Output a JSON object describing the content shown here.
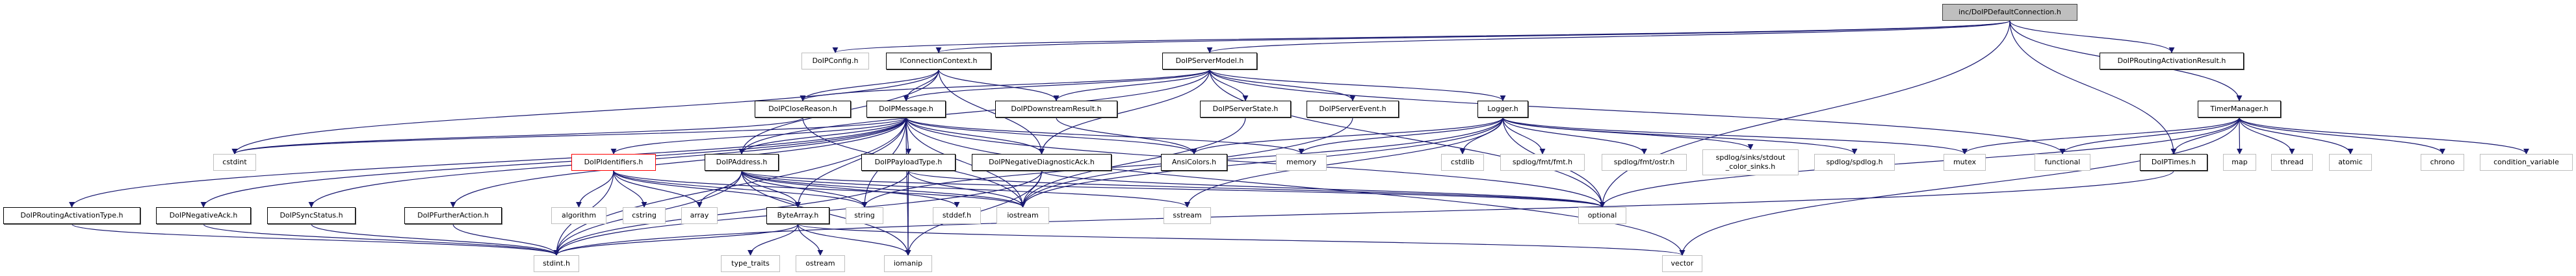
{
  "graph": {
    "edge_color": "#191970",
    "nodes": [
      {
        "id": "root",
        "label": "inc/DoIPDefaultConnection.h",
        "kind": "root"
      },
      {
        "id": "config",
        "label": "DoIPConfig.h",
        "kind": "ext"
      },
      {
        "id": "iconn",
        "label": "IConnectionContext.h",
        "kind": "doc"
      },
      {
        "id": "servermodel",
        "label": "DoIPServerModel.h",
        "kind": "doc"
      },
      {
        "id": "routactres",
        "label": "DoIPRoutingActivationResult.h",
        "kind": "doc"
      },
      {
        "id": "closereason",
        "label": "DoIPCloseReason.h",
        "kind": "doc"
      },
      {
        "id": "message",
        "label": "DoIPMessage.h",
        "kind": "doc"
      },
      {
        "id": "downstream",
        "label": "DoIPDownstreamResult.h",
        "kind": "doc"
      },
      {
        "id": "serverstate",
        "label": "DoIPServerState.h",
        "kind": "doc"
      },
      {
        "id": "serverevent",
        "label": "DoIPServerEvent.h",
        "kind": "doc"
      },
      {
        "id": "logger",
        "label": "Logger.h",
        "kind": "doc"
      },
      {
        "id": "timermgr",
        "label": "TimerManager.h",
        "kind": "doc"
      },
      {
        "id": "cstdint",
        "label": "cstdint",
        "kind": "ext"
      },
      {
        "id": "identifiers",
        "label": "DoIPIdentifiers.h",
        "kind": "red"
      },
      {
        "id": "address",
        "label": "DoIPAddress.h",
        "kind": "doc"
      },
      {
        "id": "payloadtype",
        "label": "DoIPPayloadType.h",
        "kind": "doc"
      },
      {
        "id": "negdiagack",
        "label": "DoIPNegativeDiagnosticAck.h",
        "kind": "doc"
      },
      {
        "id": "ansicolors",
        "label": "AnsiColors.h",
        "kind": "doc"
      },
      {
        "id": "memory",
        "label": "memory",
        "kind": "ext"
      },
      {
        "id": "cstdlib",
        "label": "cstdlib",
        "kind": "ext"
      },
      {
        "id": "fmt",
        "label": "spdlog/fmt/fmt.h",
        "kind": "ext"
      },
      {
        "id": "ostr",
        "label": "spdlog/fmt/ostr.h",
        "kind": "ext"
      },
      {
        "id": "sinks",
        "label": "spdlog/sinks/stdout\n_color_sinks.h",
        "kind": "ext"
      },
      {
        "id": "spdlog",
        "label": "spdlog/spdlog.h",
        "kind": "ext"
      },
      {
        "id": "mutex",
        "label": "mutex",
        "kind": "ext"
      },
      {
        "id": "functional",
        "label": "functional",
        "kind": "ext"
      },
      {
        "id": "times",
        "label": "DoIPTimes.h",
        "kind": "doc"
      },
      {
        "id": "map",
        "label": "map",
        "kind": "ext"
      },
      {
        "id": "thread",
        "label": "thread",
        "kind": "ext"
      },
      {
        "id": "atomic",
        "label": "atomic",
        "kind": "ext"
      },
      {
        "id": "chrono",
        "label": "chrono",
        "kind": "ext"
      },
      {
        "id": "condvar",
        "label": "condition_variable",
        "kind": "ext"
      },
      {
        "id": "routacttype",
        "label": "DoIPRoutingActivationType.h",
        "kind": "doc"
      },
      {
        "id": "negack",
        "label": "DoIPNegativeAck.h",
        "kind": "doc"
      },
      {
        "id": "syncstatus",
        "label": "DoIPSyncStatus.h",
        "kind": "doc"
      },
      {
        "id": "furtheraction",
        "label": "DoIPFurtherAction.h",
        "kind": "doc"
      },
      {
        "id": "algorithm",
        "label": "algorithm",
        "kind": "ext"
      },
      {
        "id": "cstring",
        "label": "cstring",
        "kind": "ext"
      },
      {
        "id": "array",
        "label": "array",
        "kind": "ext"
      },
      {
        "id": "bytearray",
        "label": "ByteArray.h",
        "kind": "doc"
      },
      {
        "id": "string",
        "label": "string",
        "kind": "ext"
      },
      {
        "id": "stddef",
        "label": "stddef.h",
        "kind": "ext"
      },
      {
        "id": "iostream",
        "label": "iostream",
        "kind": "ext"
      },
      {
        "id": "sstream",
        "label": "sstream",
        "kind": "ext"
      },
      {
        "id": "optional",
        "label": "optional",
        "kind": "ext"
      },
      {
        "id": "stdint",
        "label": "stdint.h",
        "kind": "ext"
      },
      {
        "id": "typetraits",
        "label": "type_traits",
        "kind": "ext"
      },
      {
        "id": "ostream",
        "label": "ostream",
        "kind": "ext"
      },
      {
        "id": "iomanip",
        "label": "iomanip",
        "kind": "ext"
      },
      {
        "id": "vector",
        "label": "vector",
        "kind": "ext"
      }
    ],
    "edges": [
      [
        "root",
        "config"
      ],
      [
        "root",
        "iconn"
      ],
      [
        "root",
        "servermodel"
      ],
      [
        "root",
        "routactres"
      ],
      [
        "root",
        "timermgr"
      ],
      [
        "root",
        "times"
      ],
      [
        "root",
        "optional"
      ],
      [
        "iconn",
        "cstdint"
      ],
      [
        "iconn",
        "closereason"
      ],
      [
        "iconn",
        "message"
      ],
      [
        "iconn",
        "downstream"
      ],
      [
        "iconn",
        "negdiagack"
      ],
      [
        "iconn",
        "address"
      ],
      [
        "servermodel",
        "closereason"
      ],
      [
        "servermodel",
        "message"
      ],
      [
        "servermodel",
        "downstream"
      ],
      [
        "servermodel",
        "serverstate"
      ],
      [
        "servermodel",
        "serverevent"
      ],
      [
        "servermodel",
        "logger"
      ],
      [
        "servermodel",
        "address"
      ],
      [
        "servermodel",
        "negdiagack"
      ],
      [
        "servermodel",
        "functional"
      ],
      [
        "servermodel",
        "optional"
      ],
      [
        "closereason",
        "cstdint"
      ],
      [
        "closereason",
        "iostream"
      ],
      [
        "message",
        "cstdint"
      ],
      [
        "message",
        "routacttype"
      ],
      [
        "message",
        "negack"
      ],
      [
        "message",
        "syncstatus"
      ],
      [
        "message",
        "furtheraction"
      ],
      [
        "message",
        "stdint"
      ],
      [
        "message",
        "identifiers"
      ],
      [
        "message",
        "address"
      ],
      [
        "message",
        "bytearray"
      ],
      [
        "message",
        "payloadtype"
      ],
      [
        "message",
        "negdiagack"
      ],
      [
        "message",
        "ansicolors"
      ],
      [
        "message",
        "memory"
      ],
      [
        "message",
        "optional"
      ],
      [
        "message",
        "iomanip"
      ],
      [
        "message",
        "iostream"
      ],
      [
        "message",
        "string"
      ],
      [
        "message",
        "vector"
      ],
      [
        "downstream",
        "ansicolors"
      ],
      [
        "serverstate",
        "iostream"
      ],
      [
        "serverevent",
        "iostream"
      ],
      [
        "logger",
        "ansicolors"
      ],
      [
        "logger",
        "memory"
      ],
      [
        "logger",
        "iostream"
      ],
      [
        "logger",
        "string"
      ],
      [
        "logger",
        "cstdlib"
      ],
      [
        "logger",
        "fmt"
      ],
      [
        "logger",
        "ostr"
      ],
      [
        "logger",
        "sinks"
      ],
      [
        "logger",
        "spdlog"
      ],
      [
        "logger",
        "mutex"
      ],
      [
        "logger",
        "optional"
      ],
      [
        "logger",
        "sstream"
      ],
      [
        "identifiers",
        "algorithm"
      ],
      [
        "identifiers",
        "cstring"
      ],
      [
        "identifiers",
        "array"
      ],
      [
        "identifiers",
        "bytearray"
      ],
      [
        "identifiers",
        "string"
      ],
      [
        "identifiers",
        "iostream"
      ],
      [
        "identifiers",
        "stdint"
      ],
      [
        "address",
        "array"
      ],
      [
        "address",
        "bytearray"
      ],
      [
        "address",
        "stdint"
      ],
      [
        "address",
        "string"
      ],
      [
        "address",
        "iostream"
      ],
      [
        "address",
        "stddef"
      ],
      [
        "address",
        "iomanip"
      ],
      [
        "address",
        "sstream"
      ],
      [
        "address",
        "optional"
      ],
      [
        "payloadtype",
        "iostream"
      ],
      [
        "payloadtype",
        "stdint"
      ],
      [
        "payloadtype",
        "iomanip"
      ],
      [
        "payloadtype",
        "optional"
      ],
      [
        "negdiagack",
        "iostream"
      ],
      [
        "negdiagack",
        "stdint"
      ],
      [
        "negdiagack",
        "iomanip"
      ],
      [
        "negdiagack",
        "optional"
      ],
      [
        "bytearray",
        "typetraits"
      ],
      [
        "bytearray",
        "ostream"
      ],
      [
        "bytearray",
        "iomanip"
      ],
      [
        "bytearray",
        "stdint"
      ],
      [
        "bytearray",
        "vector"
      ],
      [
        "routacttype",
        "stdint"
      ],
      [
        "negack",
        "stdint"
      ],
      [
        "syncstatus",
        "stdint"
      ],
      [
        "furtheraction",
        "stdint"
      ],
      [
        "timermgr",
        "mutex"
      ],
      [
        "timermgr",
        "functional"
      ],
      [
        "timermgr",
        "times"
      ],
      [
        "timermgr",
        "map"
      ],
      [
        "timermgr",
        "thread"
      ],
      [
        "timermgr",
        "atomic"
      ],
      [
        "timermgr",
        "chrono"
      ],
      [
        "timermgr",
        "condvar"
      ],
      [
        "timermgr",
        "optional"
      ],
      [
        "timermgr",
        "vector"
      ],
      [
        "times",
        "stdint"
      ]
    ]
  }
}
